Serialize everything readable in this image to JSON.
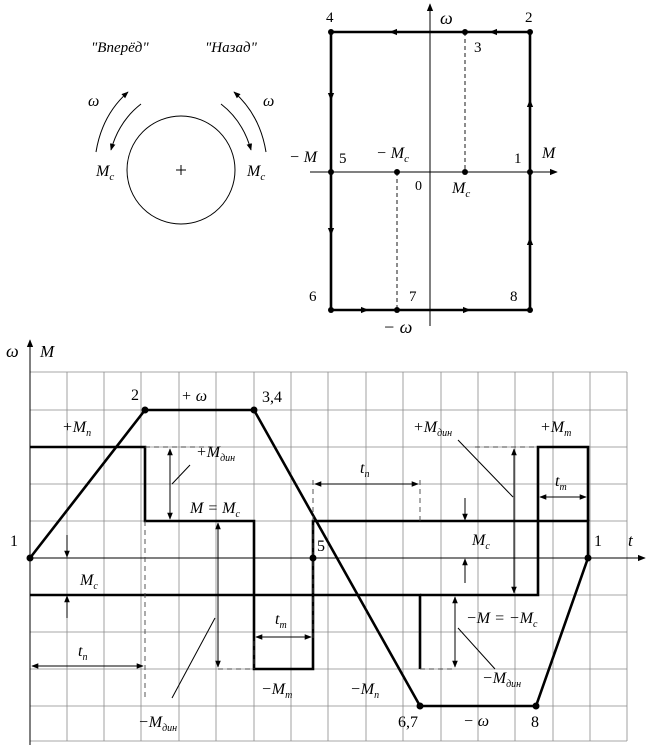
{
  "rotation": {
    "forward_label": "\"Вперёд\"",
    "backward_label": "\"Назад\"",
    "omega_left": "ω",
    "omega_right": "ω",
    "mc_left": "M",
    "mc_left_sub": "c",
    "mc_right": "M",
    "mc_right_sub": "c"
  },
  "phase": {
    "omega_axis": "ω",
    "m_axis": "M",
    "neg_m": "− M",
    "neg_mc": "− M",
    "neg_mc_sub": "c",
    "mc": "M",
    "mc_sub": "c",
    "origin": "0",
    "neg_omega": "− ω",
    "points": [
      "1",
      "2",
      "3",
      "4",
      "5",
      "6",
      "7",
      "8"
    ]
  },
  "timing": {
    "omega_axis": "ω",
    "m_axis": "M",
    "t_axis": "t",
    "point_1_left": "1",
    "point_1_right": "1",
    "point_2": "2",
    "point_34": "3,4",
    "point_5": "5",
    "point_67": "6,7",
    "point_8": "8",
    "plus_omega": "+ ω",
    "minus_omega": "− ω",
    "plus_mp": "+M",
    "plus_mp_sub": "п",
    "plus_mdyn_1": "+M",
    "plus_mdyn_1_sub": "дин",
    "m_eq_mc": "M = M",
    "m_eq_mc_sub": "c",
    "mc_left": "M",
    "mc_left_sub": "c",
    "tp_left": "t",
    "tp_left_sub": "п",
    "minus_mdyn_1": "−M",
    "minus_mdyn_1_sub": "дин",
    "tt_mid": "t",
    "tt_mid_sub": "т",
    "minus_mt": "−M",
    "minus_mt_sub": "т",
    "minus_mp": "−M",
    "minus_mp_sub": "п",
    "tp_mid": "t",
    "tp_mid_sub": "п",
    "plus_mdyn_2": "+M",
    "plus_mdyn_2_sub": "дин",
    "mc_right": "M",
    "mc_right_sub": "c",
    "minus_m_eq": "−M = −M",
    "minus_m_eq_sub": "c",
    "minus_mdyn_2": "−M",
    "minus_mdyn_2_sub": "дин",
    "plus_mt": "+M",
    "plus_mt_sub": "т",
    "tt_right": "t",
    "tt_right_sub": "т"
  }
}
